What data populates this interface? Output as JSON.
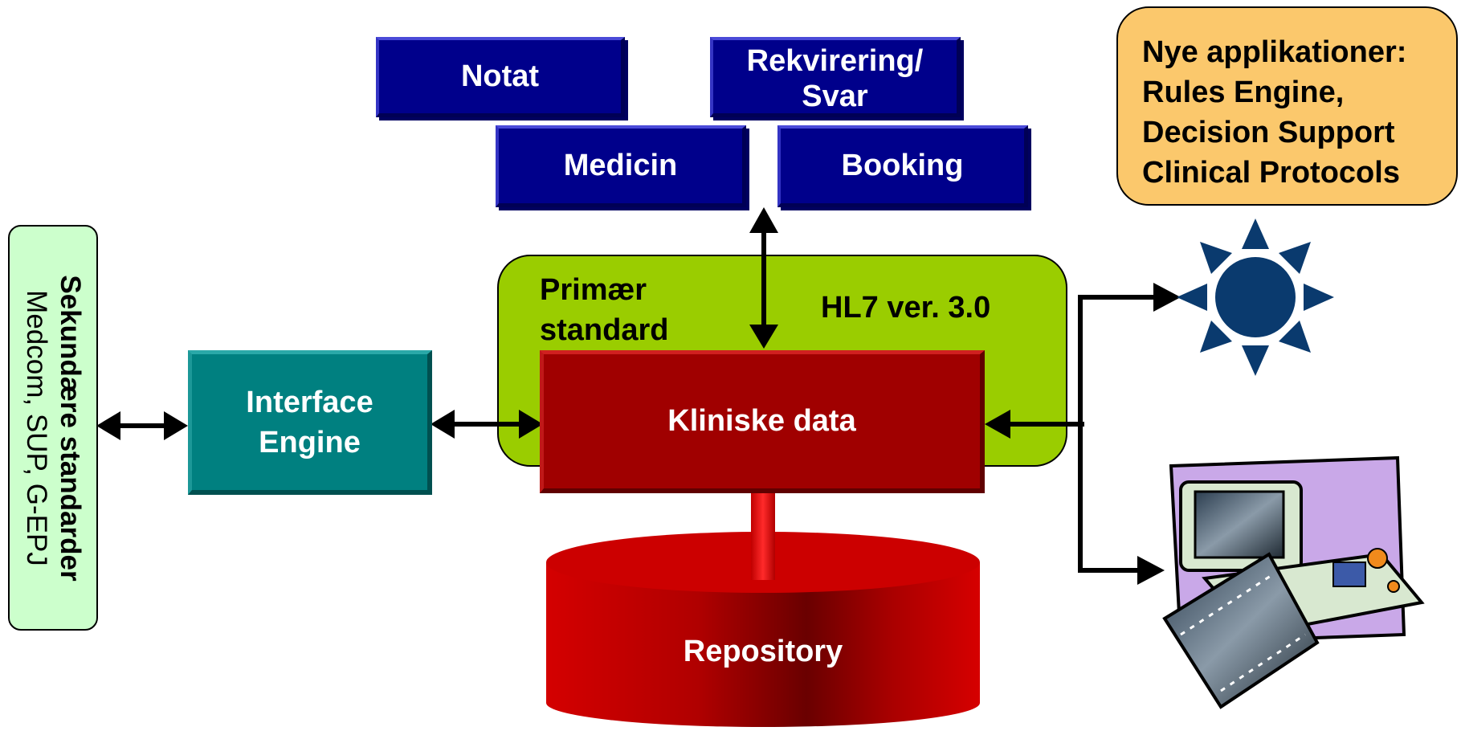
{
  "apps": {
    "notat": "Notat",
    "rekvirering": "Rekvirering/\nSvar",
    "medicin": "Medicin",
    "booking": "Booking"
  },
  "new_apps": {
    "title": "Nye applikationer:",
    "items": [
      "Rules Engine,",
      "Decision Support",
      "Clinical Protocols"
    ]
  },
  "secondary": {
    "title": "Sekundære standarder",
    "subtitle": "Medcom, SUP, G-EPJ"
  },
  "primary": {
    "label": "Primær\nstandard",
    "version": "HL7 ver. 3.0"
  },
  "interface_engine": "Interface\nEngine",
  "clinical_data": "Kliniske data",
  "repository": "Repository",
  "colors": {
    "app_blue": "#00008b",
    "primary_green": "#9acd00",
    "interface_teal": "#008080",
    "clinical_red": "#a00000",
    "repository_red": "#cc0000",
    "new_apps_orange": "#fbc86c",
    "secondary_green": "#ccffcc",
    "sun_blue": "#0a3a6e"
  },
  "icons": [
    "sun-icon",
    "medical-imaging-workstation-icon"
  ]
}
